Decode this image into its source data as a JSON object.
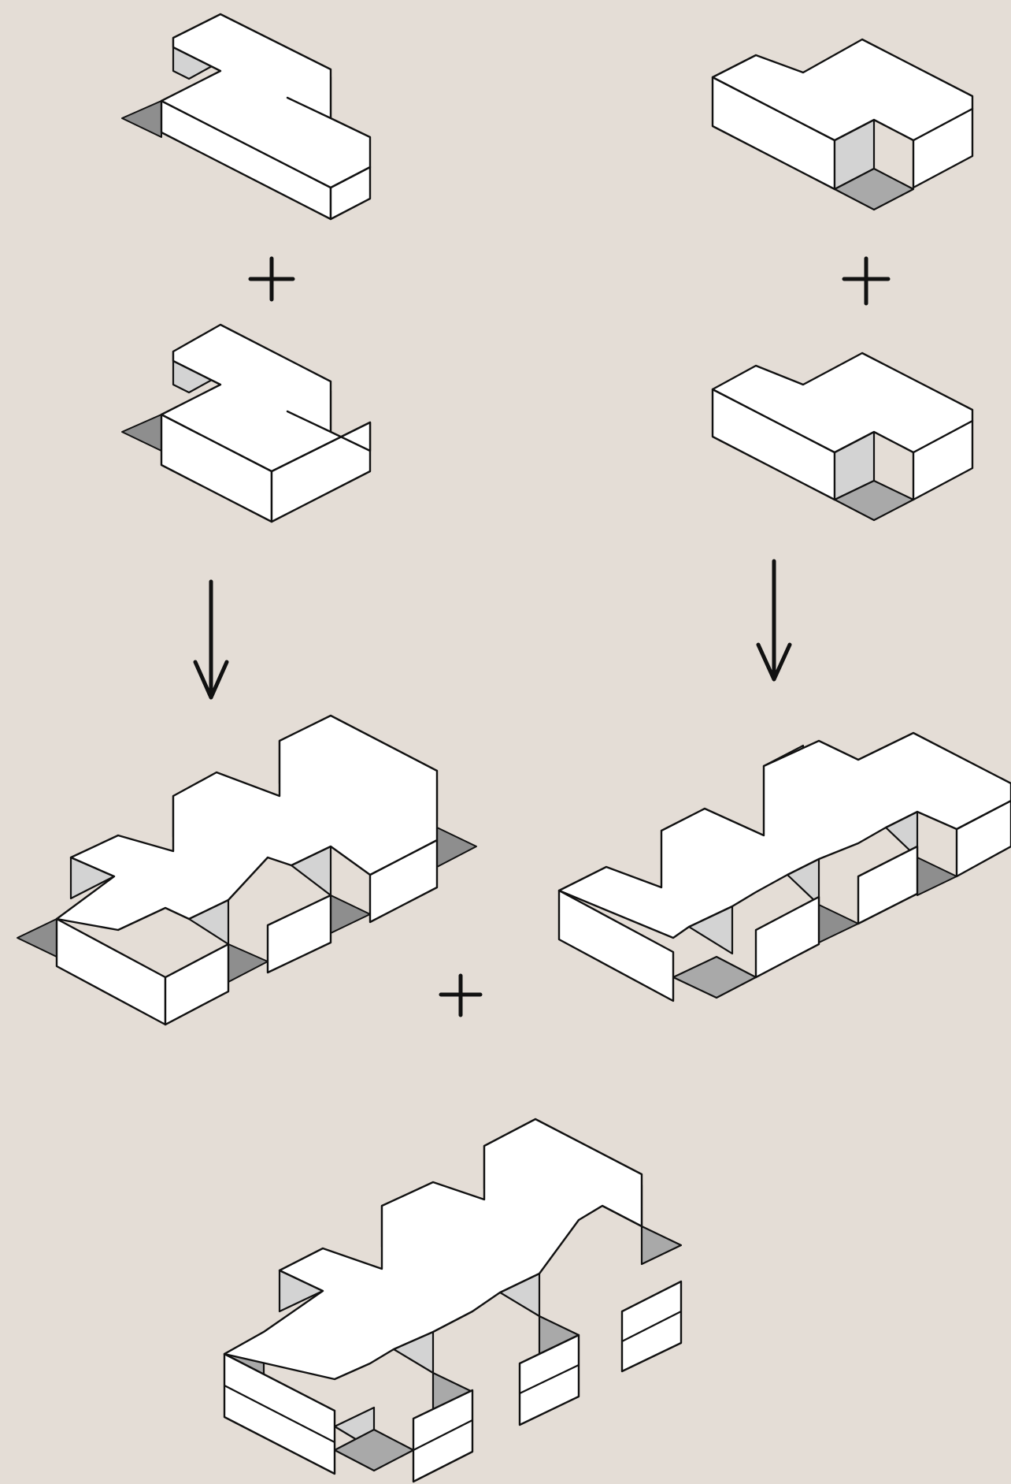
{
  "diagram": {
    "background": "#e4ddd6",
    "piece_colors": {
      "top": "#ffffff",
      "inner_wall": "#d3d3d3",
      "shadow": "#8e8e8e",
      "stroke": "#111111"
    },
    "symbols": [
      {
        "id": "plus-left",
        "kind": "plus"
      },
      {
        "id": "plus-right",
        "kind": "plus"
      },
      {
        "id": "plus-middle",
        "kind": "plus"
      },
      {
        "id": "arrow-left",
        "kind": "arrow-down"
      },
      {
        "id": "arrow-right",
        "kind": "arrow-down"
      }
    ],
    "pieces": [
      {
        "id": "left-top",
        "shape": "z-block"
      },
      {
        "id": "left-bottom",
        "shape": "z-block"
      },
      {
        "id": "right-top",
        "shape": "t-block"
      },
      {
        "id": "right-bottom",
        "shape": "t-block"
      },
      {
        "id": "left-combined",
        "shape": "double-z-block"
      },
      {
        "id": "right-combined",
        "shape": "double-t-block"
      },
      {
        "id": "final",
        "shape": "stacked-assembly"
      }
    ]
  }
}
